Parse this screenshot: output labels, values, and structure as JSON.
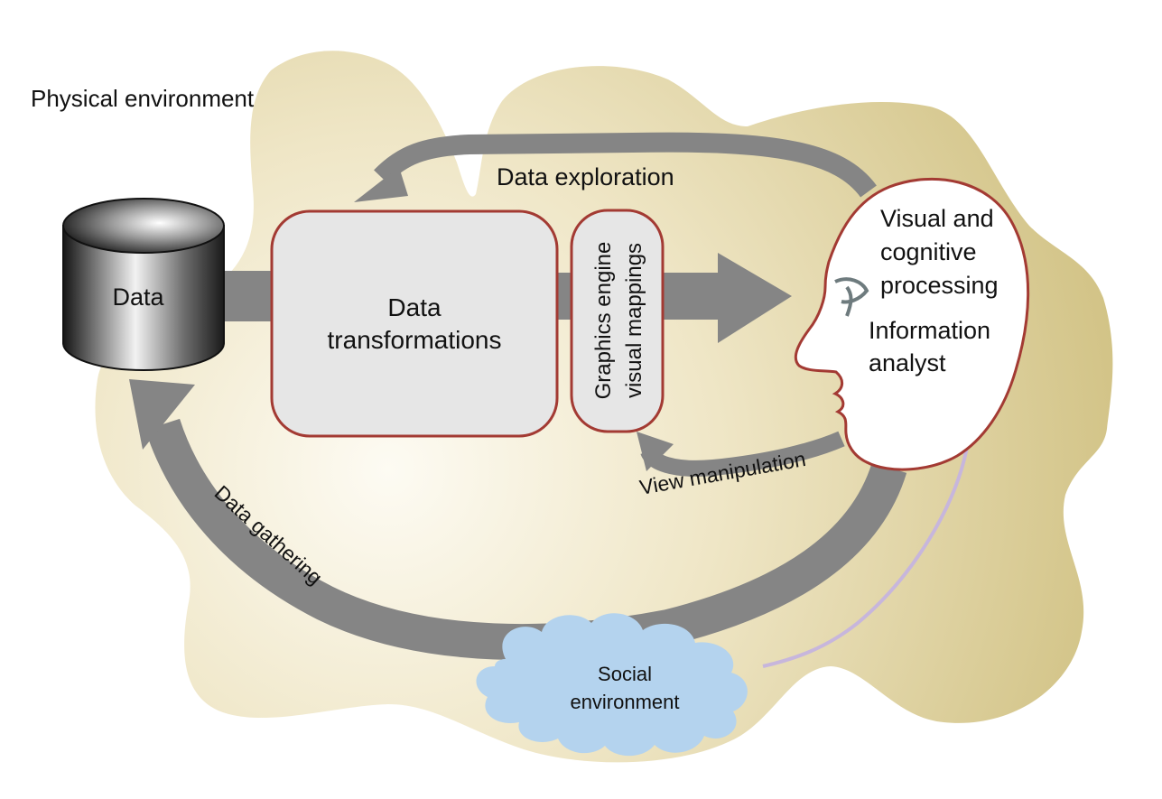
{
  "diagram": {
    "environment_label": "Physical environment",
    "data_store_label": "Data",
    "transform_line1": "Data",
    "transform_line2": "transformations",
    "engine_line1": "Graphics engine",
    "engine_line2": "visual mappings",
    "head_line1": "Visual and",
    "head_line2": "cognitive",
    "head_line3": "processing",
    "head_line4": "Information",
    "head_line5": "analyst",
    "exploration_label": "Data exploration",
    "manipulation_label": "View manipulation",
    "gathering_label": "Data gathering",
    "social_line1": "Social",
    "social_line2": "environment"
  },
  "colors": {
    "environment_light": "#fbf8ee",
    "environment_dark": "#d6c98f",
    "arrow": "#858585",
    "box_fill": "#e6e6e6",
    "box_stroke": "#a33a33",
    "social_fill": "#b4d3ee",
    "social_link": "#c7b6dc"
  }
}
